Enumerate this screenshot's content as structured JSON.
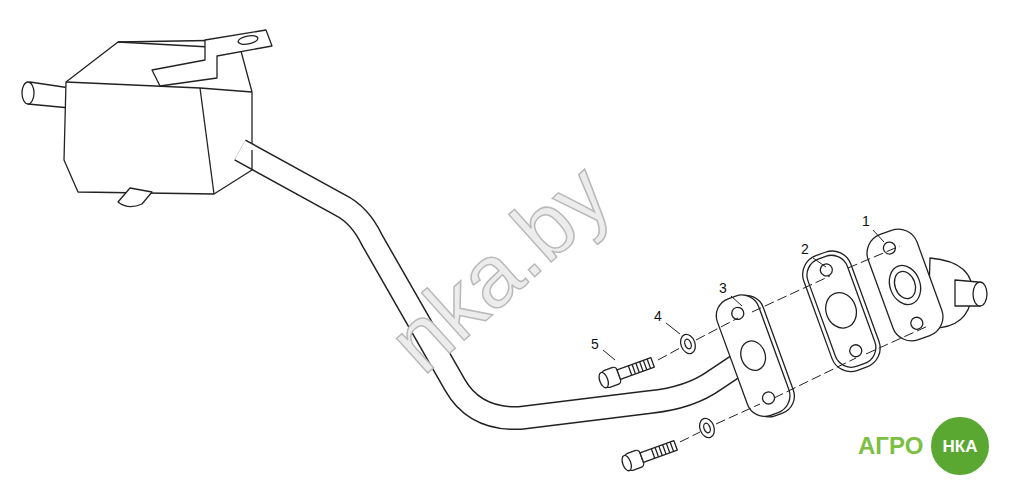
{
  "diagram": {
    "labels": [
      "1",
      "2",
      "3",
      "4",
      "5",
      "nka.by",
      "АГРО",
      "НКА"
    ]
  }
}
